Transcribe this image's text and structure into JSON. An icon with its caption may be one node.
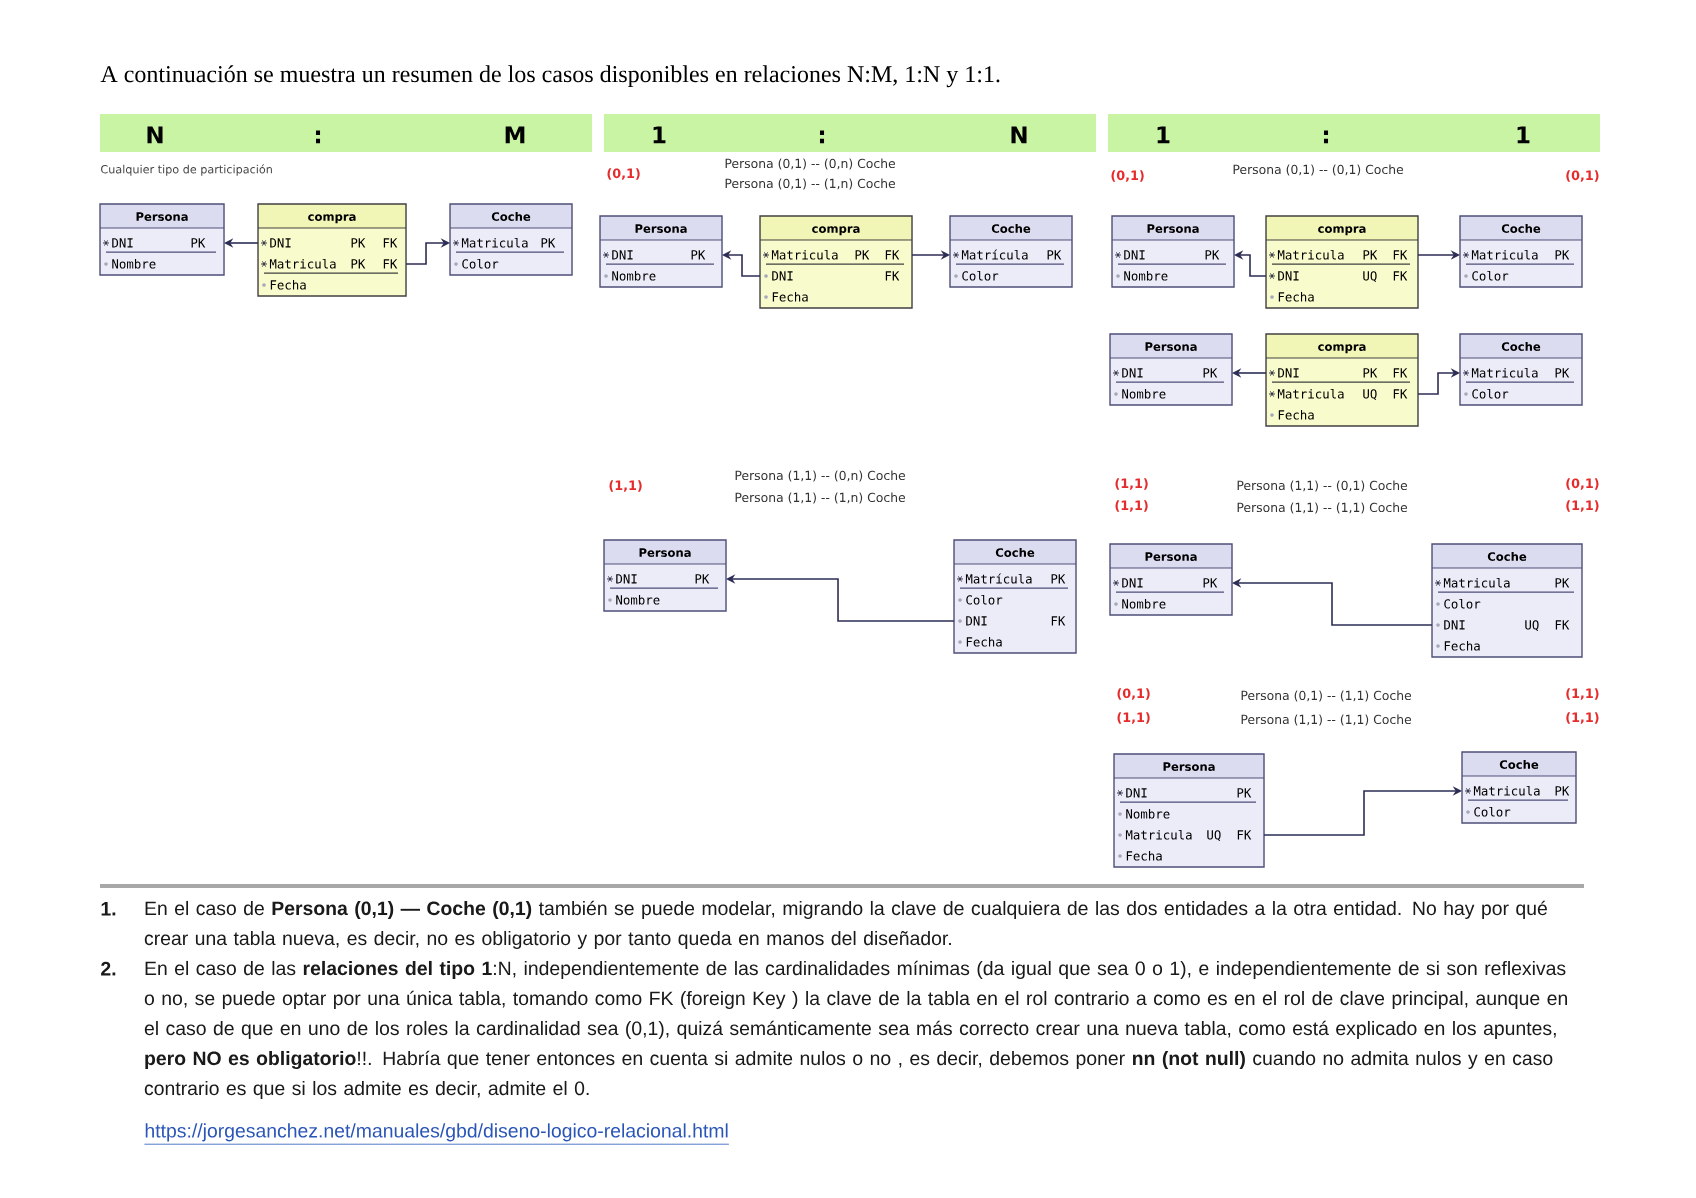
{
  "diagram": {
    "title": "A continuación se muestra un resumen de los casos disponibles en relaciones N:M, 1:N y 1:1.",
    "nodes": [
      {
        "text": [
          "N",
          ":",
          "M"
        ]
      },
      {
        "text": [
          "Persona",
          "DNI",
          "PK",
          "Nombre"
        ]
      },
      {
        "text": [
          "compra",
          "DNI",
          "PK",
          "FK",
          "Matricula",
          "PK",
          "FK",
          "Fecha"
        ]
      },
      {
        "text": [
          "Coche",
          "Matricula",
          "PK",
          "Color"
        ]
      },
      {
        "text": [
          "1",
          ":",
          "N"
        ]
      },
      {
        "text": [
          "Persona",
          "DNI",
          "PK",
          "Nombre"
        ]
      },
      {
        "text": [
          "compra",
          "Matricula",
          "PK",
          "FK",
          "DNI",
          "FK",
          "Fecha"
        ]
      },
      {
        "text": [
          "Coche",
          "Matrícula",
          "PK",
          "Color"
        ]
      },
      {
        "text": [
          "Persona",
          "DNI",
          "PK",
          "Nombre"
        ]
      },
      {
        "text": [
          "Coche",
          "Matrícula",
          "PK",
          "Color",
          "DNI",
          "FK",
          "Fecha"
        ]
      },
      {
        "text": [
          "1",
          ":",
          "1"
        ]
      },
      {
        "text": [
          "Persona",
          "DNI",
          "PK",
          "Nombre"
        ]
      },
      {
        "text": [
          "compra",
          "Matricula",
          "PK",
          "FK",
          "DNI",
          "UQ",
          "FK",
          "Fecha"
        ]
      },
      {
        "text": [
          "Coche",
          "Matricula",
          "PK",
          "Color"
        ]
      },
      {
        "text": [
          "Persona",
          "DNI",
          "PK",
          "Nombre"
        ]
      },
      {
        "text": [
          "compra",
          "DNI",
          "PK",
          "FK",
          "Matricula",
          "UQ",
          "FK",
          "Fecha"
        ]
      },
      {
        "text": [
          "Coche",
          "Matricula",
          "PK",
          "Color"
        ]
      },
      {
        "text": [
          "Persona",
          "DNI",
          "PK",
          "Nombre"
        ]
      },
      {
        "text": [
          "Coche",
          "Matricula",
          "PK",
          "Color",
          "DNI",
          "UQ",
          "FK",
          "Fecha"
        ]
      },
      {
        "text": [
          "Persona",
          "DNI",
          "PK",
          "Nombre",
          "Matricula",
          "UQ",
          "FK",
          "Fecha"
        ]
      },
      {
        "text": [
          "Coche",
          "Matricula",
          "PK",
          "Color"
        ]
      }
    ],
    "edges": [
      {
        "from": 2,
        "to": 1,
        "arrow": "to"
      },
      {
        "from": 2,
        "to": 3,
        "arrow": "to"
      },
      {
        "from": 6,
        "to": 5,
        "arrow": "to"
      },
      {
        "from": 6,
        "to": 7,
        "arrow": "to"
      },
      {
        "from": 9,
        "to": 8,
        "arrow": "to"
      },
      {
        "from": 12,
        "to": 11,
        "arrow": "to"
      },
      {
        "from": 12,
        "to": 13,
        "arrow": "to"
      },
      {
        "from": 15,
        "to": 14,
        "arrow": "to"
      },
      {
        "from": 15,
        "to": 16,
        "arrow": "to"
      },
      {
        "from": 18,
        "to": 17,
        "arrow": "to"
      },
      {
        "from": 19,
        "to": 20,
        "arrow": "to"
      }
    ],
    "labels": [
      "Cualquier tipo de participación",
      "(0,1)",
      "Persona (0,1) -- (0,n) Coche",
      "Persona (0,1) -- (1,n) Coche",
      "(0,1)",
      "Persona (0,1) -- (0,1) Coche",
      "(0,1)",
      "(1,1)",
      "Persona (1,1) -- (0,n) Coche",
      "Persona (1,1) -- (1,n) Coche",
      "(1,1)",
      "Persona (1,1) -- (0,1) Coche",
      "(0,1)",
      "(1,1)",
      "Persona (1,1) -- (1,1) Coche",
      "(1,1)",
      "(0,1)",
      "Persona (0,1) -- (1,1) Coche",
      "(1,1)",
      "(1,1)",
      "Persona (1,1) -- (1,1) Coche",
      "(1,1)",
      "1.",
      "En el caso de **Persona (0,1) — Coche (0,1)** también se puede modelar, migrando la clave de cualquiera de las dos entidades a la otra entidad. No hay por qué crear una tabla nueva, es decir, no es obligatorio y por tanto queda en manos del diseñador.",
      "2.",
      "En el caso de las **relaciones del tipo 1**:N, independientemente de las cardinalidades mínimas (da igual que sea 0 o 1), e independientemente de si son reflexivas o no, se puede optar por una única tabla, tomando como FK (foreign Key ) la clave de la tabla en el rol contrario a como es en el rol de clave principal, aunque en el caso de que en uno de los roles la cardinalidad sea (0,1), quizá semánticamente sea más correcto crear una nueva tabla, como está explicado en los apuntes, **pero NO es obligatorio**!!. Habría que tener entonces en cuenta si admite nulos o no , es decir, debemos poner **nn (not null)** cuando no admita nulos y en caso contrario es que si los admite es decir, admite el 0.",
      "https://jorgesanchez.net/manuales/gbd/diseno-logico-relacional.html"
    ]
  }
}
